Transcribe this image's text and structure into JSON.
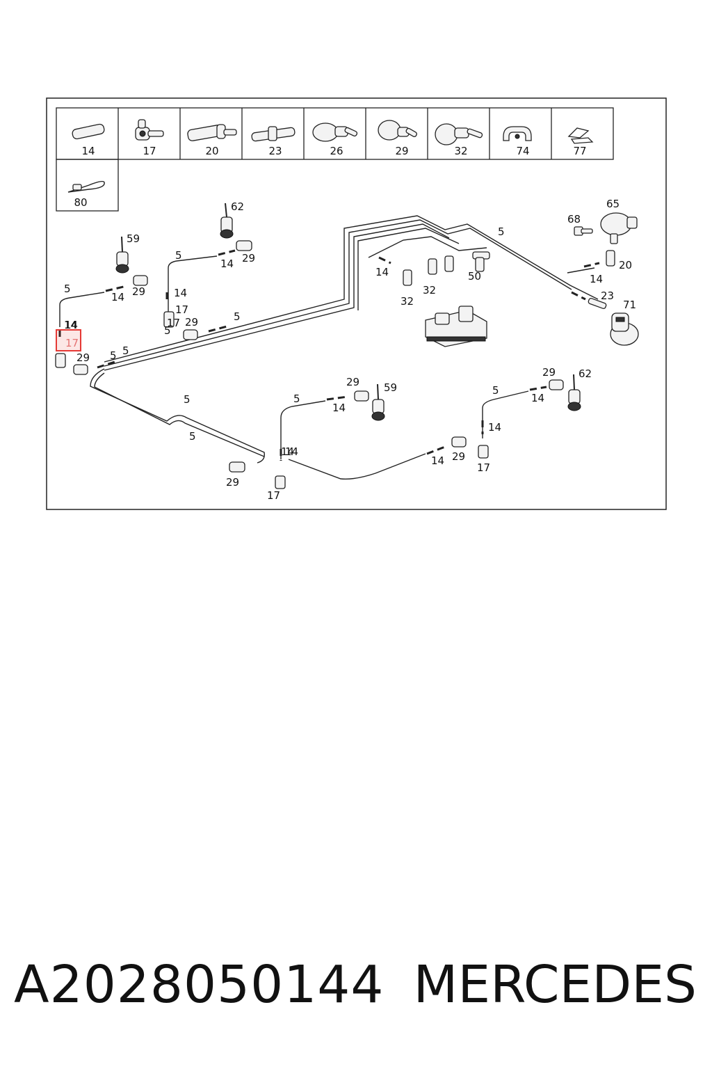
{
  "legend": {
    "items": [
      {
        "label": "14",
        "icon": "straight-connector-icon"
      },
      {
        "label": "17",
        "icon": "elbow-connector-icon"
      },
      {
        "label": "20",
        "icon": "angled-connector-icon"
      },
      {
        "label": "23",
        "icon": "inline-connector-icon"
      },
      {
        "label": "26",
        "icon": "angle-fitting-icon"
      },
      {
        "label": "29",
        "icon": "elbow-fitting-icon"
      },
      {
        "label": "32",
        "icon": "straight-fitting-icon"
      },
      {
        "label": "74",
        "icon": "clip-icon"
      },
      {
        "label": "77",
        "icon": "bracket-icon"
      },
      {
        "label": "80",
        "icon": "cable-tie-icon"
      }
    ]
  },
  "callouts": [
    "62",
    "65",
    "68",
    "59",
    "5",
    "5",
    "14",
    "29",
    "14",
    "29",
    "14",
    "5",
    "14",
    "5",
    "20",
    "14",
    "17",
    "32",
    "32",
    "50",
    "5",
    "14",
    "23",
    "71",
    "29",
    "14",
    "5",
    "17",
    "29",
    "5",
    "5",
    "29",
    "59",
    "62",
    "29",
    "5",
    "5",
    "14",
    "14",
    "5",
    "14",
    "14",
    "29",
    "17",
    "29",
    "17",
    "14",
    "14"
  ],
  "highlight": {
    "label": "17",
    "color": "#e53935"
  },
  "caption": {
    "part_number": "A2028050144",
    "brand": "MERCEDES"
  }
}
